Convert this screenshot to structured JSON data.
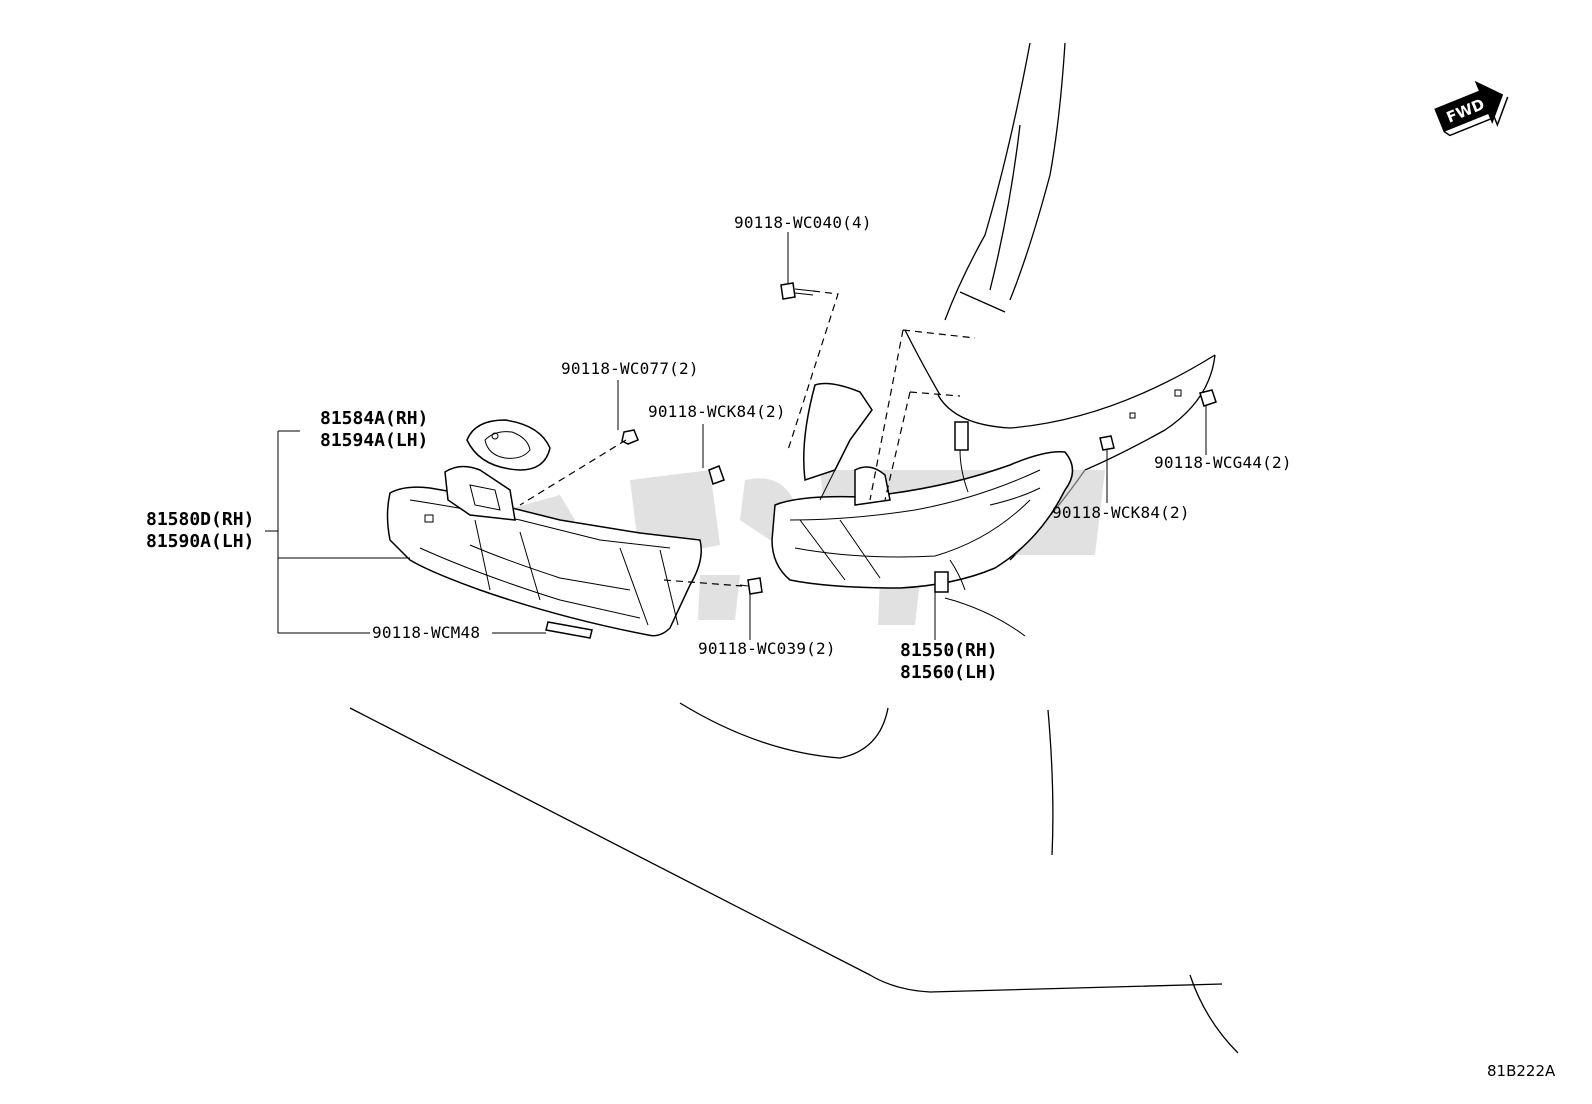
{
  "diagram": {
    "fwd_label": "FWD",
    "diagram_code": "81B222A",
    "labels": {
      "wc040": "90118-WC040(4)",
      "wc077": "90118-WC077(2)",
      "wck84_a": "90118-WCK84(2)",
      "p81584a": "81584A(RH)",
      "p81594a": "81594A(LH)",
      "p81580d": "81580D(RH)",
      "p81590a": "81590A(LH)",
      "wcm48": "90118-WCM48",
      "wc039": "90118-WC039(2)",
      "wcg44": "90118-WCG44(2)",
      "wck84_b": "90118-WCK84(2)",
      "p81550": "81550(RH)",
      "p81560": "81560(LH)"
    }
  }
}
